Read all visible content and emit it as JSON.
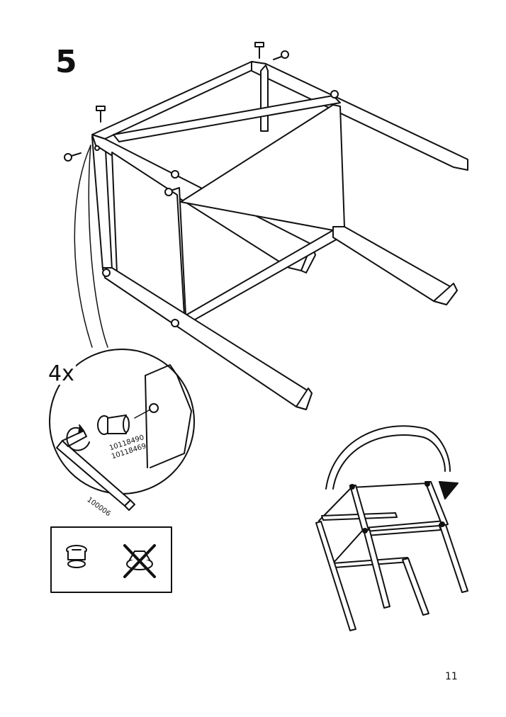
{
  "instruction": {
    "step_number": "5",
    "quantity": "4x",
    "part_numbers": {
      "bolt_primary": "10118490",
      "bolt_secondary": "10118469",
      "allen_key": "100006"
    },
    "page_number": "11"
  },
  "icons": {
    "stool_frame": "upside-down-stool-frame-illustration",
    "detail_callout": "magnified-bolt-detail-circle",
    "allen_key": "allen-key-icon",
    "bolt": "bolt-icon",
    "correct_orientation": "bolt-correct-icon",
    "wrong_orientation": "bolt-crossed-out-icon",
    "rotation": "flip-over-arrow-icon"
  },
  "colors": {
    "line": "#111111",
    "background": "#ffffff"
  }
}
